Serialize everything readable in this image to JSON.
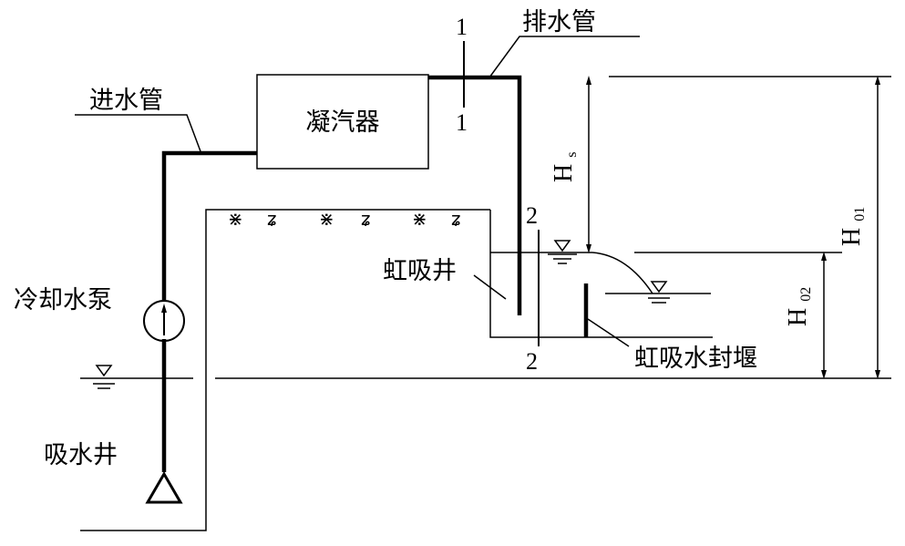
{
  "labels": {
    "inlet_pipe": "进水管",
    "condenser": "凝汽器",
    "drain_pipe": "排水管",
    "cooling_pump": "冷却水泵",
    "suction_well": "吸水井",
    "siphon_well": "虹吸井",
    "siphon_weir": "虹吸水封堰"
  },
  "sections": {
    "s1_top": "1",
    "s1_bottom": "1",
    "s2_top": "2",
    "s2_bottom": "2"
  },
  "dimensions": {
    "hs_main": "H",
    "hs_sub": "s",
    "h01_main": "H",
    "h01_sub": "01",
    "h02_main": "H",
    "h02_sub": "02"
  }
}
